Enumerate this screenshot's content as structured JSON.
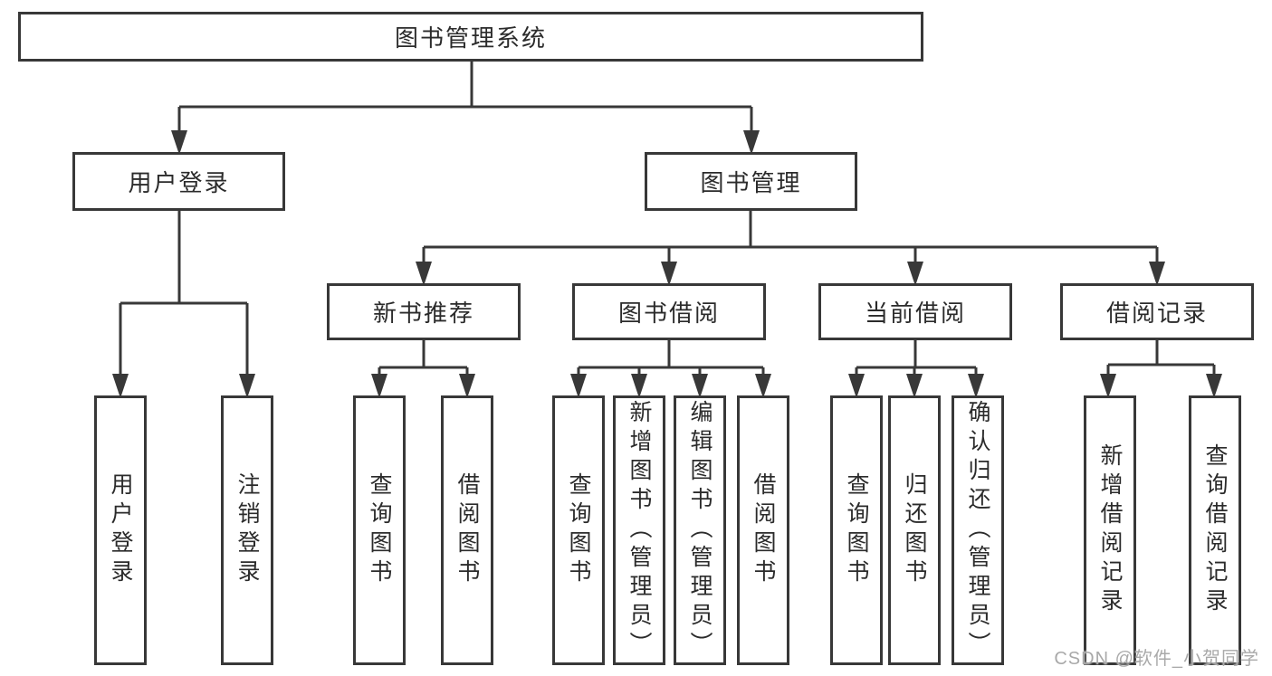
{
  "hierarchy": {
    "label": "图书管理系统",
    "children": [
      {
        "label": "用户登录",
        "children": [
          {
            "label": "用户登录"
          },
          {
            "label": "注销登录"
          }
        ]
      },
      {
        "label": "图书管理",
        "children": [
          {
            "label": "新书推荐",
            "children": [
              {
                "label": "查询图书"
              },
              {
                "label": "借阅图书"
              }
            ]
          },
          {
            "label": "图书借阅",
            "children": [
              {
                "label": "查询图书"
              },
              {
                "label": "新增图书（管理员）"
              },
              {
                "label": "编辑图书（管理员）"
              },
              {
                "label": "借阅图书"
              }
            ]
          },
          {
            "label": "当前借阅",
            "children": [
              {
                "label": "查询图书"
              },
              {
                "label": "归还图书"
              },
              {
                "label": "确认归还（管理员）"
              }
            ]
          },
          {
            "label": "借阅记录",
            "children": [
              {
                "label": "新增借阅记录"
              },
              {
                "label": "查询借阅记录"
              }
            ]
          }
        ]
      }
    ]
  },
  "watermark": {
    "text": "CSDN @软件_小贺同学"
  },
  "colors": {
    "line": "#383838",
    "box_border": "#383838",
    "text": "#2b2b2b",
    "watermark": "#a9a9a9",
    "background": "#ffffff"
  }
}
